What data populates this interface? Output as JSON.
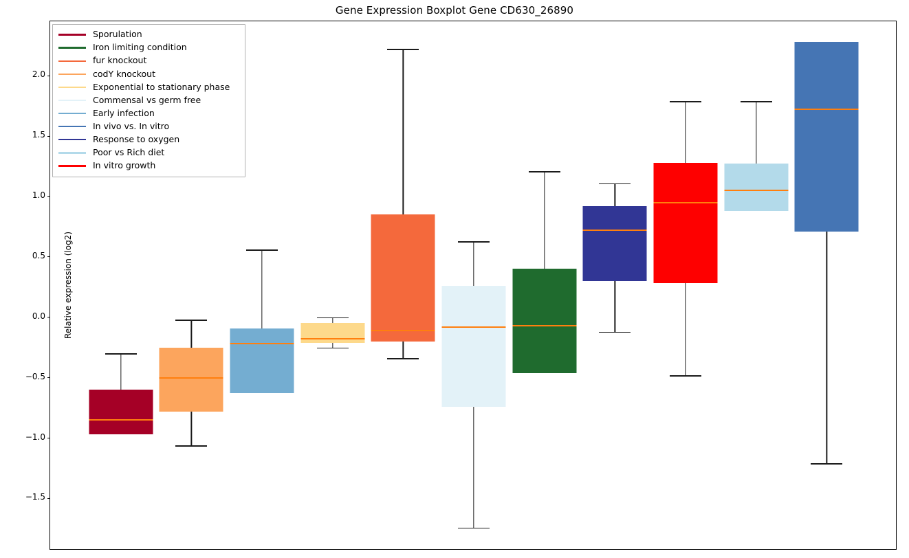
{
  "title": "Gene Expression Boxplot Gene CD630_26890",
  "axis": {
    "ylabel": "Relative expression (log2)",
    "yticks": [
      -1.5,
      -1.0,
      -0.5,
      0.0,
      0.5,
      1.0,
      1.5,
      2.0
    ],
    "yticklabels": [
      "−1.5",
      "−1.0",
      "−0.5",
      "0.0",
      "0.5",
      "1.0",
      "1.5",
      "2.0"
    ],
    "ylim": [
      -1.93,
      2.45
    ],
    "xticklabels": []
  },
  "legend": {
    "position": "upper left",
    "entries": [
      {
        "label": "Sporulation",
        "color": "#a50026"
      },
      {
        "label": "Iron limiting condition",
        "color": "#1f6b2e"
      },
      {
        "label": "fur knockout",
        "color": "#f4693c"
      },
      {
        "label": "codY knockout",
        "color": "#fca55d"
      },
      {
        "label": "Exponential to stationary phase",
        "color": "#fdd98b"
      },
      {
        "label": "Commensal vs germ free",
        "color": "#e3f2f8"
      },
      {
        "label": "Early infection",
        "color": "#74add1"
      },
      {
        "label": "In vivo vs. In vitro",
        "color": "#4575b4"
      },
      {
        "label": "Response to oxygen",
        "color": "#313695"
      },
      {
        "label": "Poor vs Rich diet",
        "color": "#b3daea"
      },
      {
        "label": "In vitro growth",
        "color": "#fe0000"
      }
    ]
  },
  "chart_data": {
    "type": "boxplot",
    "title": "Gene Expression Boxplot Gene CD630_26890",
    "xlabel": "",
    "ylabel": "Relative expression (log2)",
    "ylim": [
      -1.93,
      2.45
    ],
    "grid": false,
    "median_color": "#ff7f0e",
    "whisker_color": "#1a1a1a",
    "boxes": [
      {
        "name": "Sporulation",
        "color": "#a50026",
        "whisker_low": -0.97,
        "q1": -0.97,
        "median": -0.85,
        "q3": -0.6,
        "whisker_high": -0.3
      },
      {
        "name": "codY knockout",
        "color": "#fca55d",
        "whisker_low": -1.06,
        "q1": -0.78,
        "median": -0.5,
        "q3": -0.25,
        "whisker_high": -0.02
      },
      {
        "name": "Early infection",
        "color": "#74add1",
        "whisker_low": -0.63,
        "q1": -0.63,
        "median": -0.22,
        "q3": -0.09,
        "whisker_high": 0.56
      },
      {
        "name": "Exponential to stationary phase",
        "color": "#fdd98b",
        "whisker_low": -0.25,
        "q1": -0.21,
        "median": -0.18,
        "q3": -0.05,
        "whisker_high": 0.0
      },
      {
        "name": "fur knockout",
        "color": "#f4693c",
        "whisker_low": -0.34,
        "q1": -0.2,
        "median": -0.11,
        "q3": 0.85,
        "whisker_high": 2.22
      },
      {
        "name": "Commensal vs germ free",
        "color": "#e3f2f8",
        "whisker_low": -1.74,
        "q1": -0.74,
        "median": -0.08,
        "q3": 0.26,
        "whisker_high": 0.63
      },
      {
        "name": "Iron limiting condition",
        "color": "#1f6b2e",
        "whisker_low": -0.46,
        "q1": -0.46,
        "median": -0.07,
        "q3": 0.4,
        "whisker_high": 1.21
      },
      {
        "name": "Response to oxygen",
        "color": "#313695",
        "whisker_low": -0.12,
        "q1": 0.3,
        "median": 0.72,
        "q3": 0.92,
        "whisker_high": 1.11
      },
      {
        "name": "In vitro growth",
        "color": "#fe0000",
        "whisker_low": -0.48,
        "q1": 0.28,
        "median": 0.95,
        "q3": 1.28,
        "whisker_high": 1.79
      },
      {
        "name": "Poor vs Rich diet",
        "color": "#b3daea",
        "whisker_low": 0.88,
        "q1": 0.88,
        "median": 1.05,
        "q3": 1.27,
        "whisker_high": 1.79
      },
      {
        "name": "In vivo vs. In vitro",
        "color": "#4575b4",
        "whisker_low": -1.21,
        "q1": 0.71,
        "median": 1.72,
        "q3": 2.28,
        "whisker_high": 2.28
      }
    ]
  }
}
